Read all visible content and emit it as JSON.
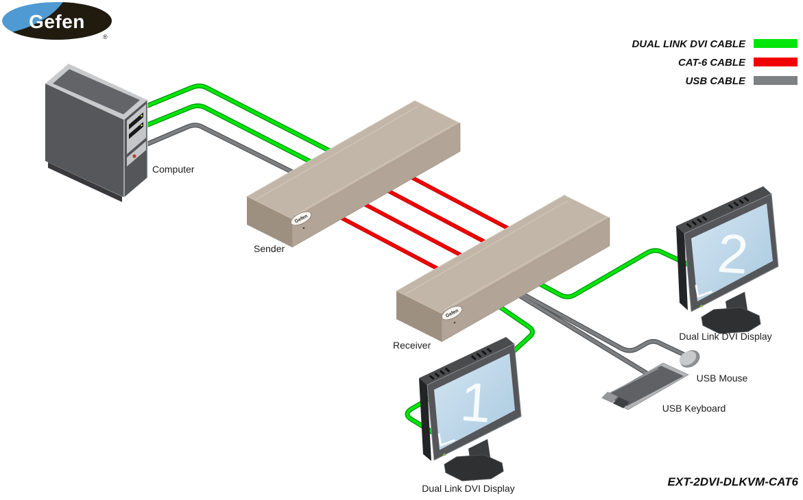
{
  "brand": {
    "name": "Gefen",
    "registered_mark": "®"
  },
  "legend": {
    "items": [
      {
        "label": "DUAL LINK DVI CABLE",
        "color": "#00e60b"
      },
      {
        "label": "CAT-6 CABLE",
        "color": "#f20000"
      },
      {
        "label": "USB CABLE",
        "color": "#7f8082"
      }
    ]
  },
  "devices": {
    "computer": {
      "label": "Computer"
    },
    "sender": {
      "label": "Sender",
      "badge": "Gefen"
    },
    "receiver": {
      "label": "Receiver",
      "badge": "Gefen"
    },
    "display1": {
      "label": "Dual Link DVI Display",
      "screen_number": "1"
    },
    "display2": {
      "label": "Dual Link DVI Display",
      "screen_number": "2"
    },
    "usb_mouse": {
      "label": "USB Mouse"
    },
    "usb_keyboard": {
      "label": "USB Keyboard"
    }
  },
  "product": {
    "model": "EXT-2DVI-DLKVM-CAT6"
  },
  "cables": {
    "dvi": "#00e60b",
    "cat6": "#f20000",
    "usb": "#7f8082"
  },
  "palette": {
    "device_tan": "#b2a496",
    "device_tan_top": "#c1b6a7",
    "screen_blue": "#b5d2e6",
    "logo_blue": "#4f9ad2",
    "logo_dark": "#211a0e"
  }
}
